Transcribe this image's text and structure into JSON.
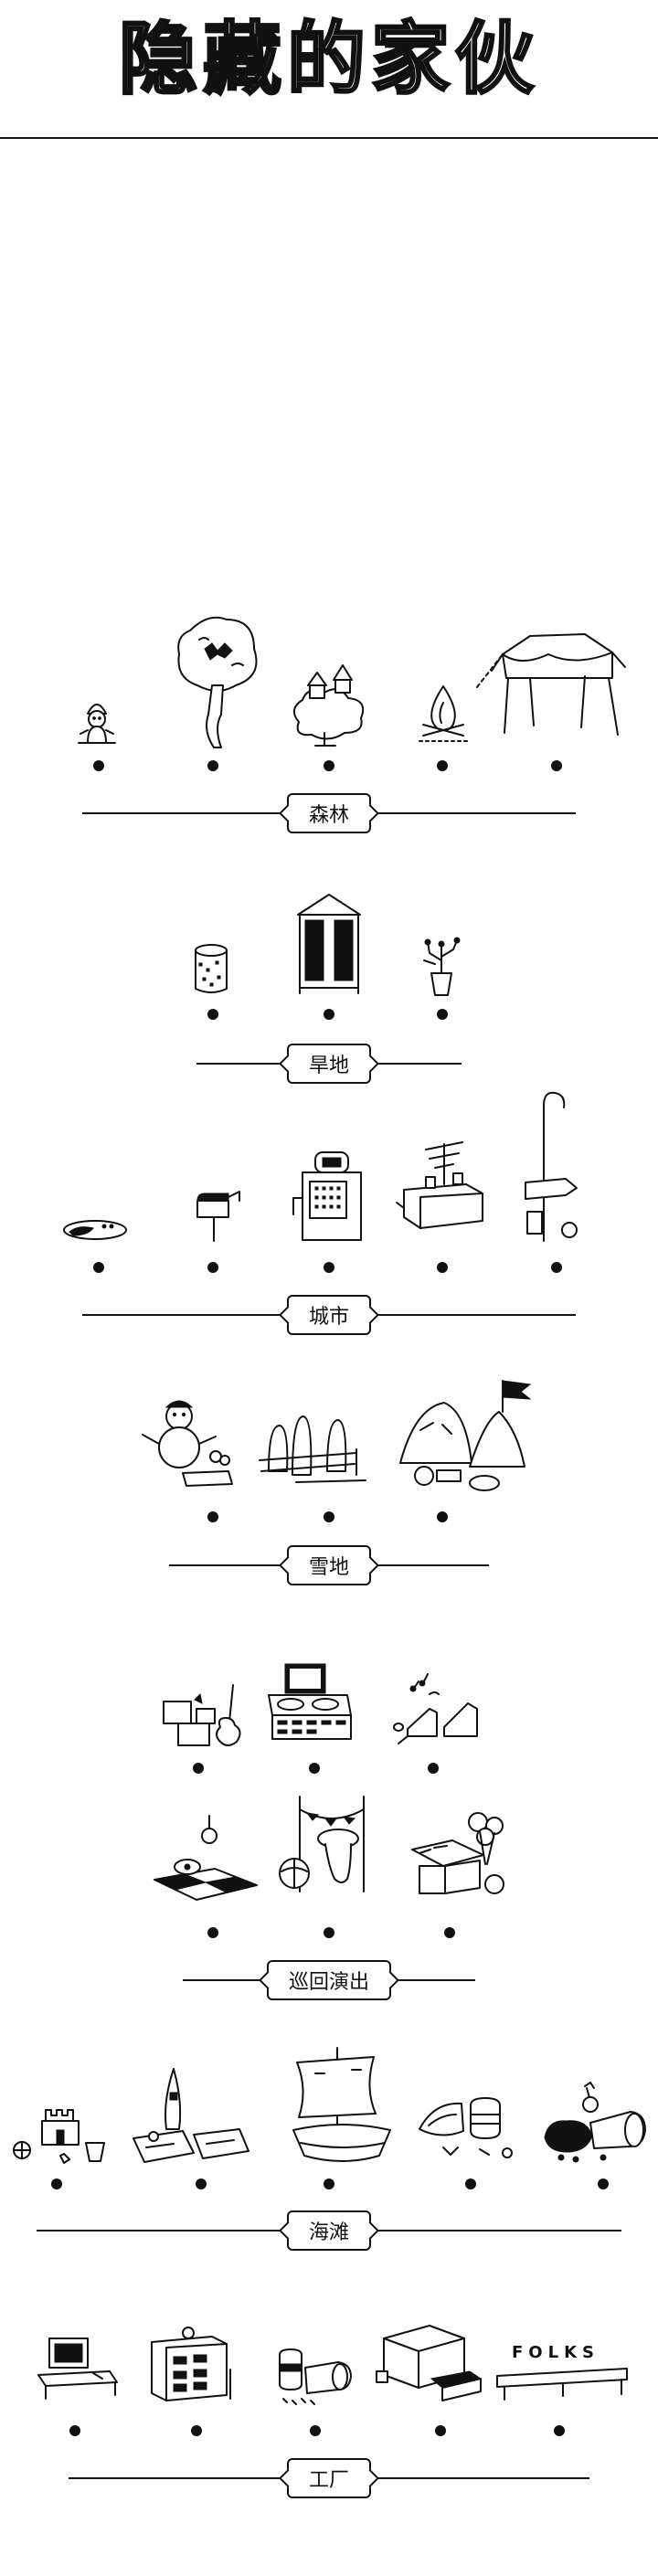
{
  "title": "隐藏的家伙",
  "sections": [
    {
      "name": "森林",
      "level_count": 5
    },
    {
      "name": "旱地",
      "level_count": 3
    },
    {
      "name": "城市",
      "level_count": 5
    },
    {
      "name": "雪地",
      "level_count": 3
    },
    {
      "name": "巡回演出",
      "level_count": 6
    },
    {
      "name": "海滩",
      "level_count": 5
    },
    {
      "name": "工厂",
      "level_count": 5
    }
  ],
  "factory_sign_text": "FOLKS"
}
